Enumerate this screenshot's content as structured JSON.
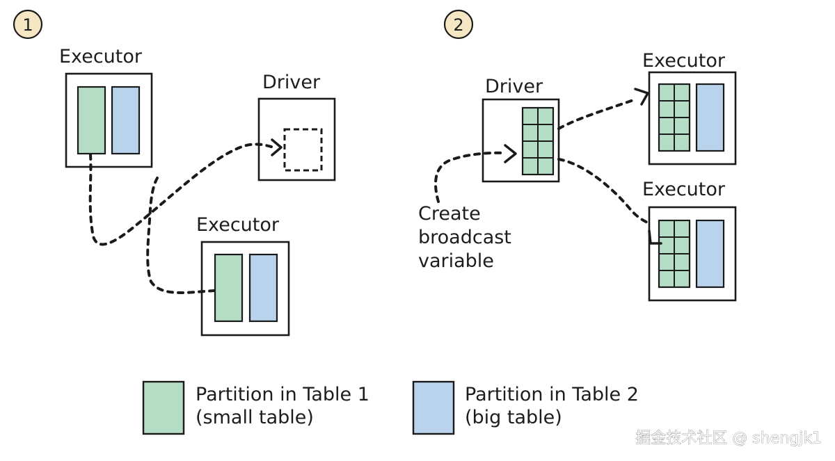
{
  "colors": {
    "small_table": "#b5dcc4",
    "big_table": "#b8d3eb",
    "step_badge": "#f5e6c4"
  },
  "panel1": {
    "step_number": "1",
    "executor_top_label": "Executor",
    "driver_label": "Driver",
    "executor_bottom_label": "Executor"
  },
  "panel2": {
    "step_number": "2",
    "driver_label": "Driver",
    "executor_top_label": "Executor",
    "executor_bottom_label": "Executor",
    "annotation_lines": [
      "Create",
      "broadcast",
      "variable"
    ]
  },
  "legend": {
    "table1_lines": [
      "Partition in Table 1",
      "(small table)"
    ],
    "table2_lines": [
      "Partition in Table 2",
      "(big table)"
    ]
  },
  "watermark": "掘金技术社区 @ shengjk1"
}
